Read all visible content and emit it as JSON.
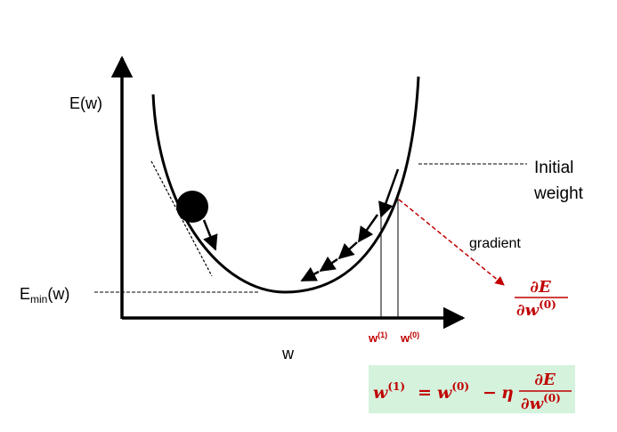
{
  "labels": {
    "y_axis": "E(w)",
    "x_axis": "w",
    "emin_main": "E",
    "emin_sub": "min",
    "emin_tail": "(w)",
    "initial_line1": "Initial",
    "initial_line2": "weight",
    "gradient": "gradient",
    "w1_base": "w",
    "w1_sup": "(1)",
    "w0_base": "w",
    "w0_sup": "(0)"
  },
  "gradient_fraction": {
    "numerator": "∂E",
    "denominator_base": "∂w",
    "denominator_sup": "(0)"
  },
  "update_rule": {
    "lhs_base": "w",
    "lhs_sup": "(1)",
    "equals": "=",
    "rhs_base": "w",
    "rhs_sup": "(0)",
    "minus": "−",
    "eta": "η",
    "frac_numerator": "∂E",
    "frac_denominator_base": "∂w",
    "frac_denominator_sup": "(0)"
  },
  "colors": {
    "accent_red": "#c00000",
    "formula_box": "#d5f2dd",
    "line": "#000000"
  }
}
